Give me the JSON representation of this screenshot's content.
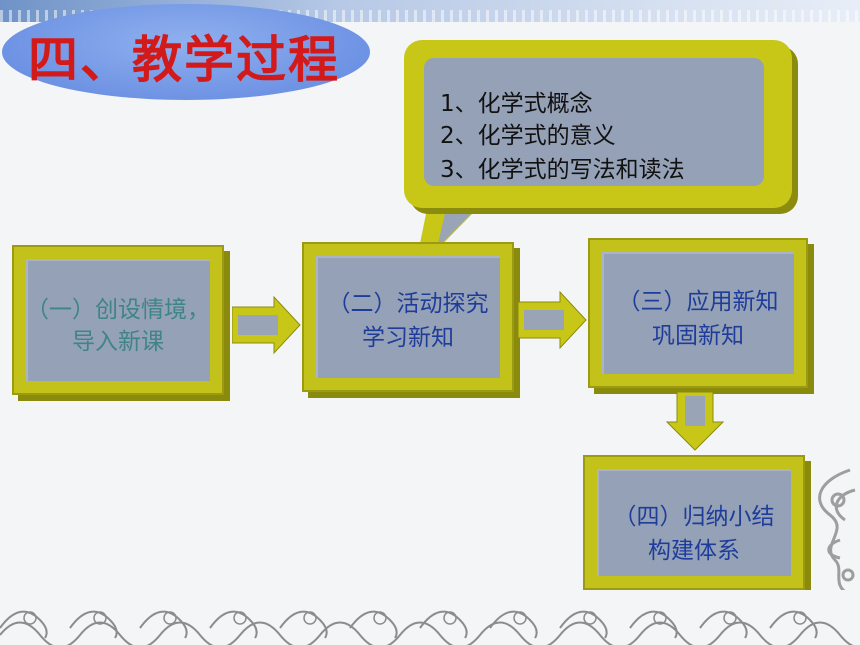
{
  "title": "四、教学过程",
  "callout": {
    "lines": [
      "1、化学式概念",
      "2、化学式的意义",
      "3、化学式的写法和读法"
    ]
  },
  "steps": [
    {
      "line1": "（一）创设情境，",
      "line2": "导入新课"
    },
    {
      "line1": "（二）活动探究",
      "line2": "学习新知"
    },
    {
      "line1": "（三）应用新知",
      "line2": "巩固新知"
    },
    {
      "line1": "（四）归纳小结",
      "line2": "构建体系"
    }
  ],
  "colors": {
    "box_frame": "#c3c21a",
    "box_face": "#95a1b6",
    "title_text": "#d21a1a",
    "title_oval": "#6f93e4"
  }
}
